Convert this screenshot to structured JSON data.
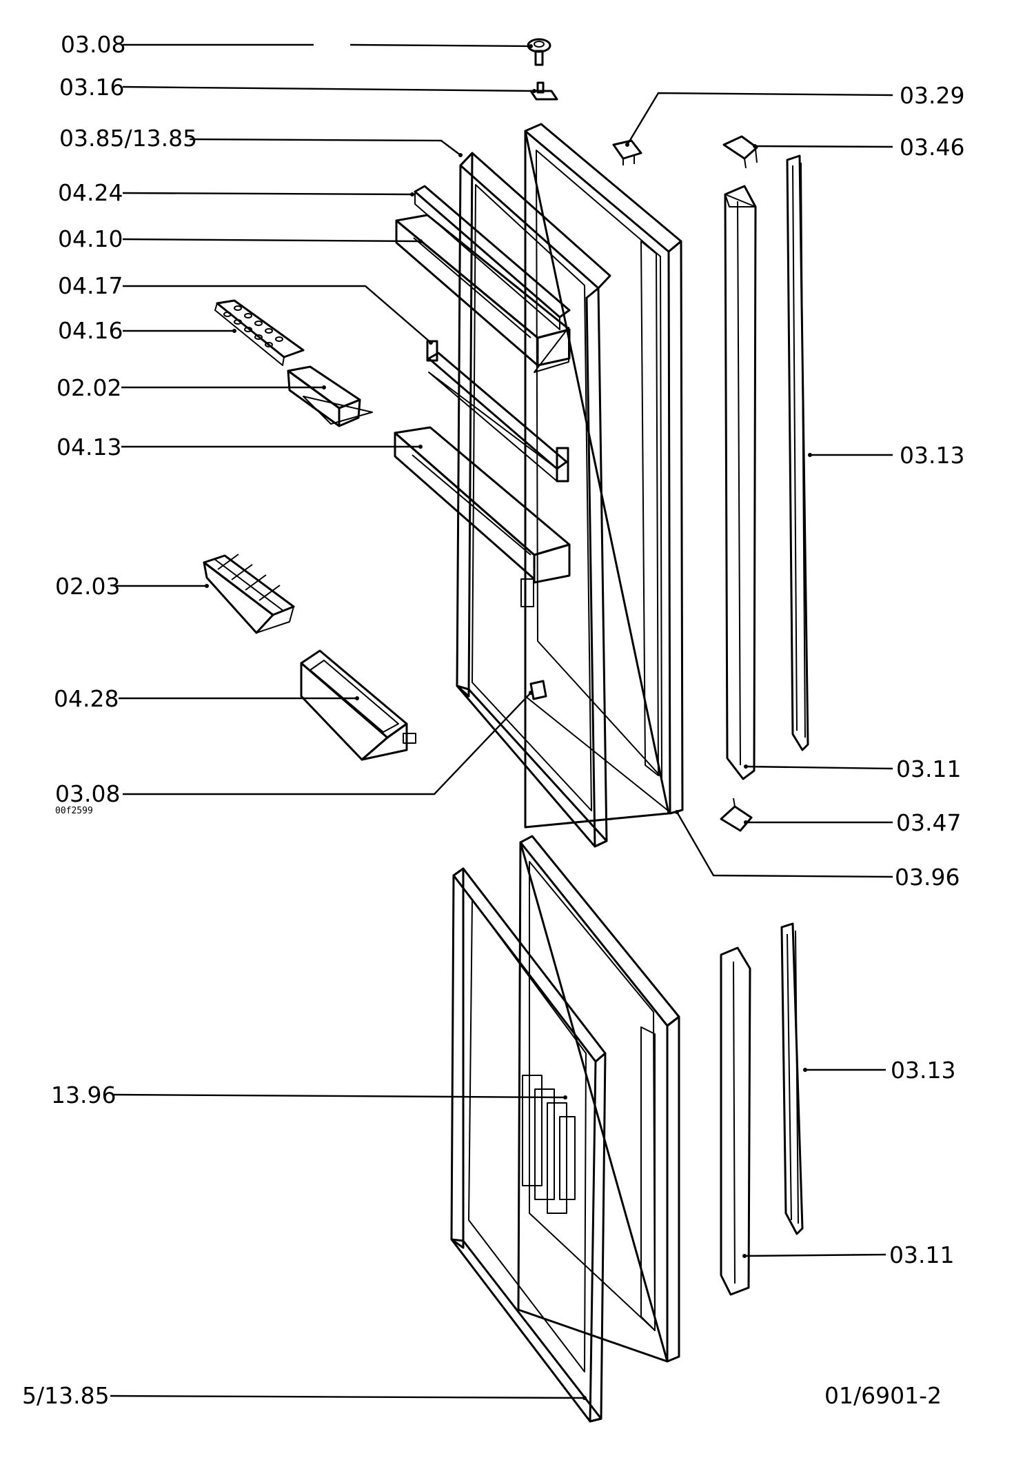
{
  "labels": {
    "l0308_top": "03.08",
    "l0316": "03.16",
    "l0385": "03.85/13.85",
    "l0424": "04.24",
    "l0410": "04.10",
    "l0417": "04.17",
    "l0416": "04.16",
    "l0202": "02.02",
    "l0413": "04.13",
    "l0203": "02.03",
    "l0428": "04.28",
    "l0308_bottom": "03.08",
    "l0308_code": "00f2599",
    "l1396": "13.96",
    "l51385": "5/13.85",
    "l0329": "03.29",
    "l0346": "03.46",
    "l0313_top": "03.13",
    "l0311_top": "03.11",
    "l0347": "03.47",
    "l0396": "03.96",
    "l0313_bottom": "03.13",
    "l0311_bottom": "03.11",
    "drawing_number": "01/6901-2"
  }
}
